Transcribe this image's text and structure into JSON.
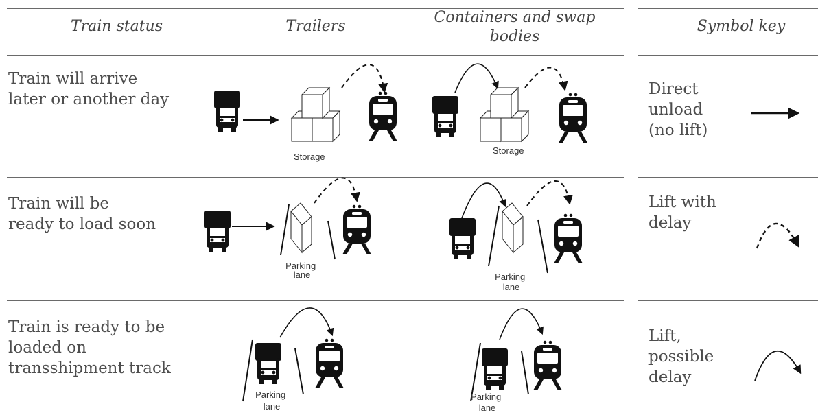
{
  "headers": {
    "train_status": "Train status",
    "trailers": "Trailers",
    "containers": "Containers and swap bodies",
    "symbol_key": "Symbol key"
  },
  "rows": [
    {
      "status": "Train will arrive later or another day",
      "trailer_caption": "Storage",
      "container_caption": "Storage",
      "key_label": "Direct unload (no lift)",
      "key_symbol": "solid-arrow"
    },
    {
      "status": "Train will be ready to load soon",
      "trailer_caption": [
        "Parking",
        "lane"
      ],
      "container_caption": [
        "Parking",
        "lane"
      ],
      "key_label": "Lift with delay",
      "key_symbol": "dashed-arc-arrow"
    },
    {
      "status": "Train is ready to be loaded on transshipment track",
      "trailer_caption": [
        "Parking",
        "lane"
      ],
      "container_caption": [
        "Parking",
        "lane"
      ],
      "key_label": "Lift, possible delay",
      "key_symbol": "solid-arc-arrow"
    }
  ],
  "icons": [
    "truck-icon",
    "train-icon",
    "box-stack-icon",
    "box-icon",
    "parking-lane-icon"
  ]
}
